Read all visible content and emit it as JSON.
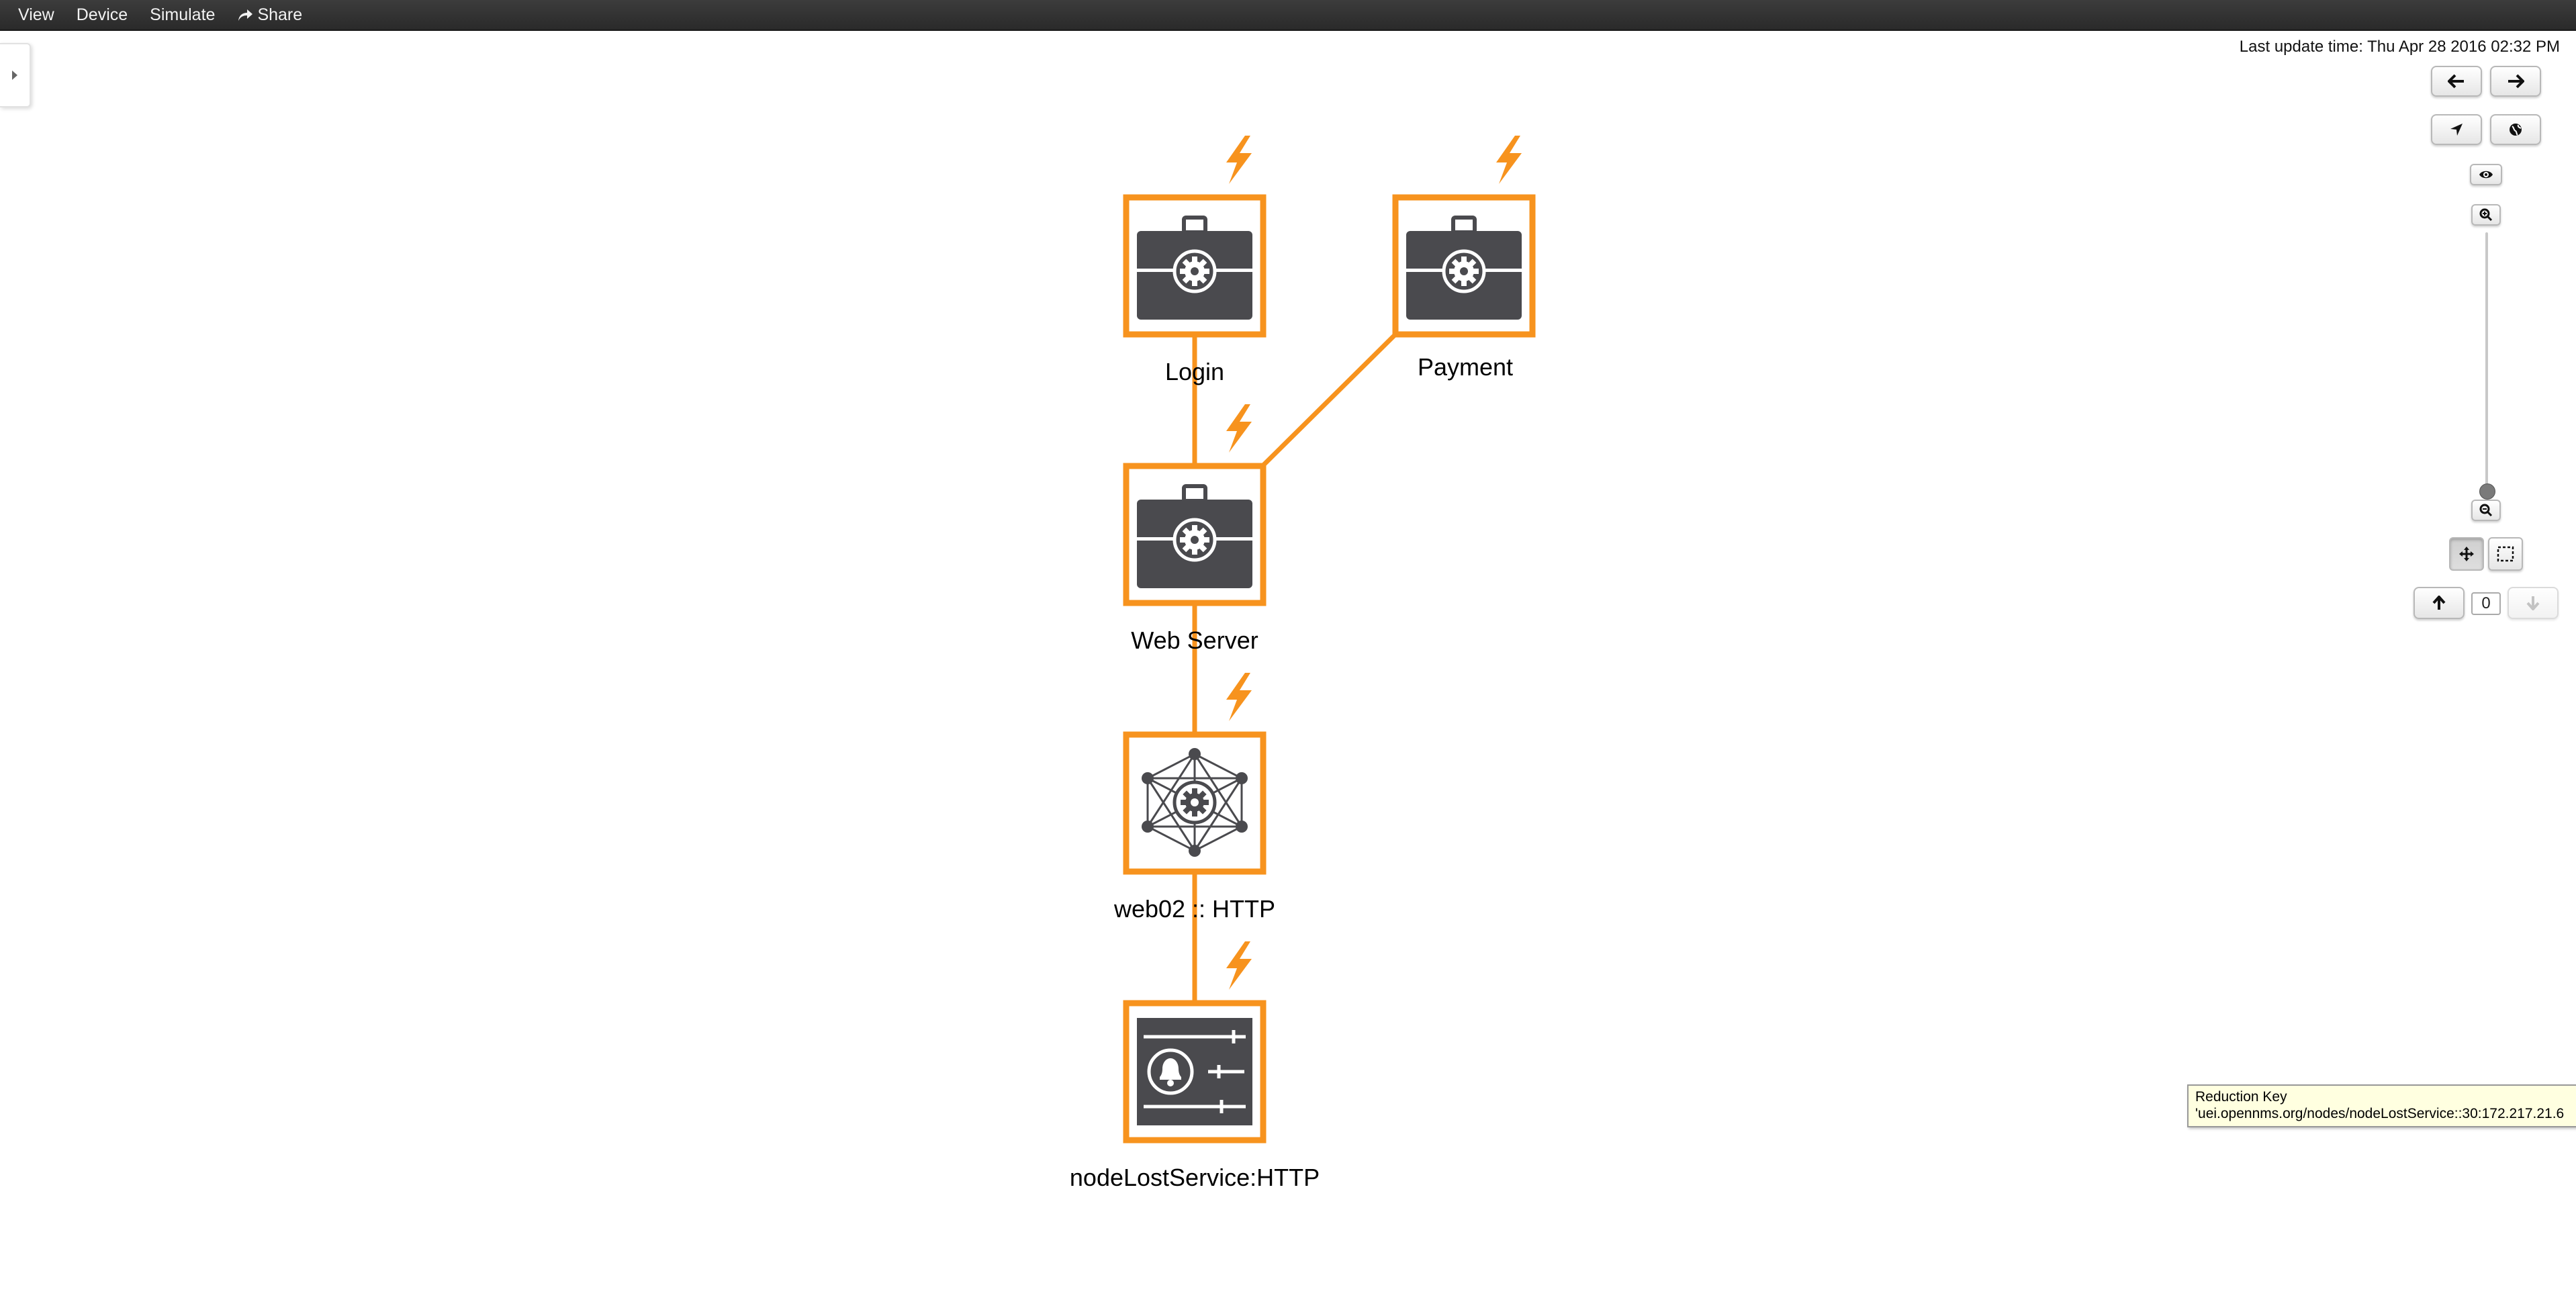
{
  "menu": {
    "items": [
      "View",
      "Device",
      "Simulate"
    ],
    "share_label": "Share"
  },
  "status": {
    "last_update": "Last update time: Thu Apr 28 2016 02:32 PM"
  },
  "nodes": [
    {
      "label": "Login",
      "icon": "business-service-icon",
      "status": "alarm-bolt-icon"
    },
    {
      "label": "Payment",
      "icon": "business-service-icon",
      "status": "alarm-bolt-icon"
    },
    {
      "label": "Web Server",
      "icon": "business-service-icon",
      "status": "alarm-bolt-icon"
    },
    {
      "label": "web02 :: HTTP",
      "icon": "ip-service-icon",
      "status": "alarm-bolt-icon"
    },
    {
      "label": "nodeLostService:HTTP",
      "icon": "reduction-key-icon",
      "status": "alarm-bolt-icon"
    }
  ],
  "colors": {
    "accent": "#f7931e",
    "icon_dark": "#4a4a4e",
    "menubar": "#333333"
  },
  "controls": {
    "semantic_zoom_level": "0"
  },
  "tooltip": {
    "title": "Reduction Key",
    "value": "'uei.opennms.org/nodes/nodeLostService::30:172.217.21.6"
  }
}
